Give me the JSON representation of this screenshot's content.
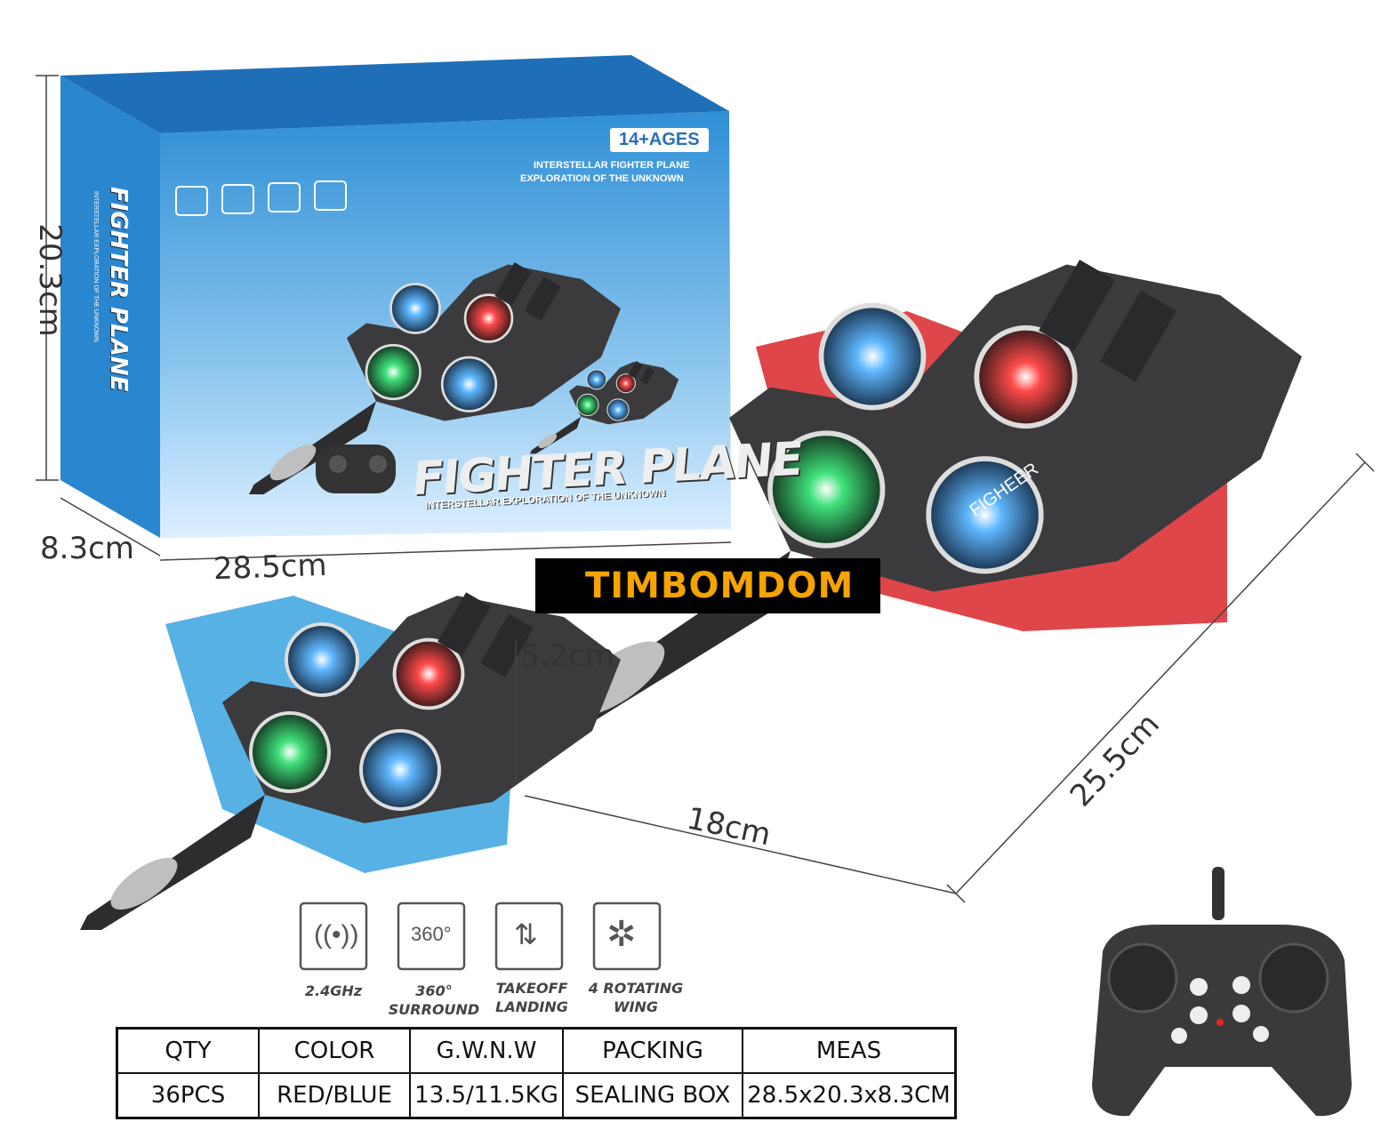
{
  "box": {
    "age_badge": "14+AGES",
    "tagline_line1": "INTERSTELLAR FIGHTER PLANE",
    "tagline_line2": "EXPLORATION OF THE UNKNOWN",
    "title": "FIGHTER PLANE",
    "subtitle": "INTERSTELLAR EXPLORATION OF THE UNKNOWN",
    "side_title": "FIGHTER PLANE",
    "side_subtitle": "INTERSTELLAR EXPLORATION OF THE UNKNOWN",
    "color": "#2f8fd6"
  },
  "dimensions": {
    "box_height": "20.3cm",
    "box_depth": "8.3cm",
    "box_width": "28.5cm",
    "plane_height": "5.2cm",
    "plane_width": "18cm",
    "plane_length": "25.5cm"
  },
  "brand": {
    "name": "TIMBOMDOM",
    "color": "#f5a300"
  },
  "plane_label": "FIGHEER",
  "variants": [
    {
      "name": "red",
      "color": "#d8262a"
    },
    {
      "name": "blue",
      "color": "#3aa3e0"
    }
  ],
  "features": [
    {
      "icon": "wireless-signal-icon",
      "line1": "2.4GHz",
      "line2": ""
    },
    {
      "icon": "rotate-360-icon",
      "line1": "360°",
      "line2": "SURROUND"
    },
    {
      "icon": "takeoff-landing-icon",
      "line1": "TAKEOFF",
      "line2": "LANDING"
    },
    {
      "icon": "fan-rotor-icon",
      "line1": "4 ROTATING",
      "line2": "WING"
    }
  ],
  "spec_table": {
    "headers": [
      "QTY",
      "COLOR",
      "G.W.N.W",
      "PACKING",
      "MEAS"
    ],
    "values": [
      "36PCS",
      "RED/BLUE",
      "13.5/11.5KG",
      "SEALING BOX",
      "28.5x20.3x8.3CM"
    ]
  }
}
